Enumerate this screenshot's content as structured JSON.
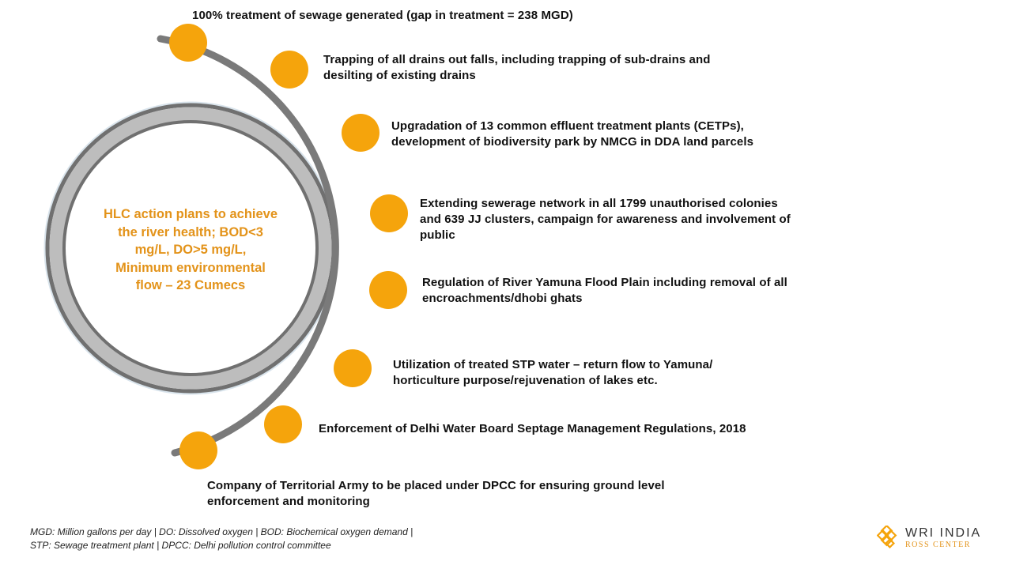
{
  "center": {
    "text": "HLC action plans to achieve\nthe river health; BOD<3\nmg/L, DO>5 mg/L,\nMinimum environmental\nflow – 23 Cumecs"
  },
  "items": [
    {
      "text": "100% treatment of sewage generated (gap in treatment = 238 MGD)"
    },
    {
      "text": "Trapping of all drains out falls, including trapping of sub-drains and\ndesilting of existing drains"
    },
    {
      "text": "Upgradation of 13 common effluent treatment plants (CETPs),\ndevelopment of biodiversity park by NMCG in DDA land parcels"
    },
    {
      "text": "Extending sewerage network in all 1799 unauthorised colonies\nand 639 JJ clusters, campaign for awareness and involvement of\npublic"
    },
    {
      "text": "Regulation of River Yamuna Flood Plain including removal of all\nencroachments/dhobi  ghats"
    },
    {
      "text": "Utilization of treated STP water – return flow to Yamuna/\nhorticulture purpose/rejuvenation of lakes etc."
    },
    {
      "text": "Enforcement of Delhi Water Board Septage  Management Regulations, 2018"
    },
    {
      "text": "Company of Territorial Army to be placed under DPCC for ensuring ground level\nenforcement and monitoring"
    }
  ],
  "footnote": {
    "text": "MGD: Million gallons per day | DO: Dissolved oxygen | BOD: Biochemical oxygen demand |\nSTP: Sewage treatment plant | DPCC: Delhi pollution control committee"
  },
  "logo": {
    "title": "WRI INDIA",
    "subtitle": "ROSS CENTER"
  },
  "colors": {
    "accent": "#F5A40C",
    "arc": "#7A7A7A",
    "ring_light": "#BDBDBD",
    "ring_dark": "#707070",
    "center_text": "#E3931A"
  }
}
